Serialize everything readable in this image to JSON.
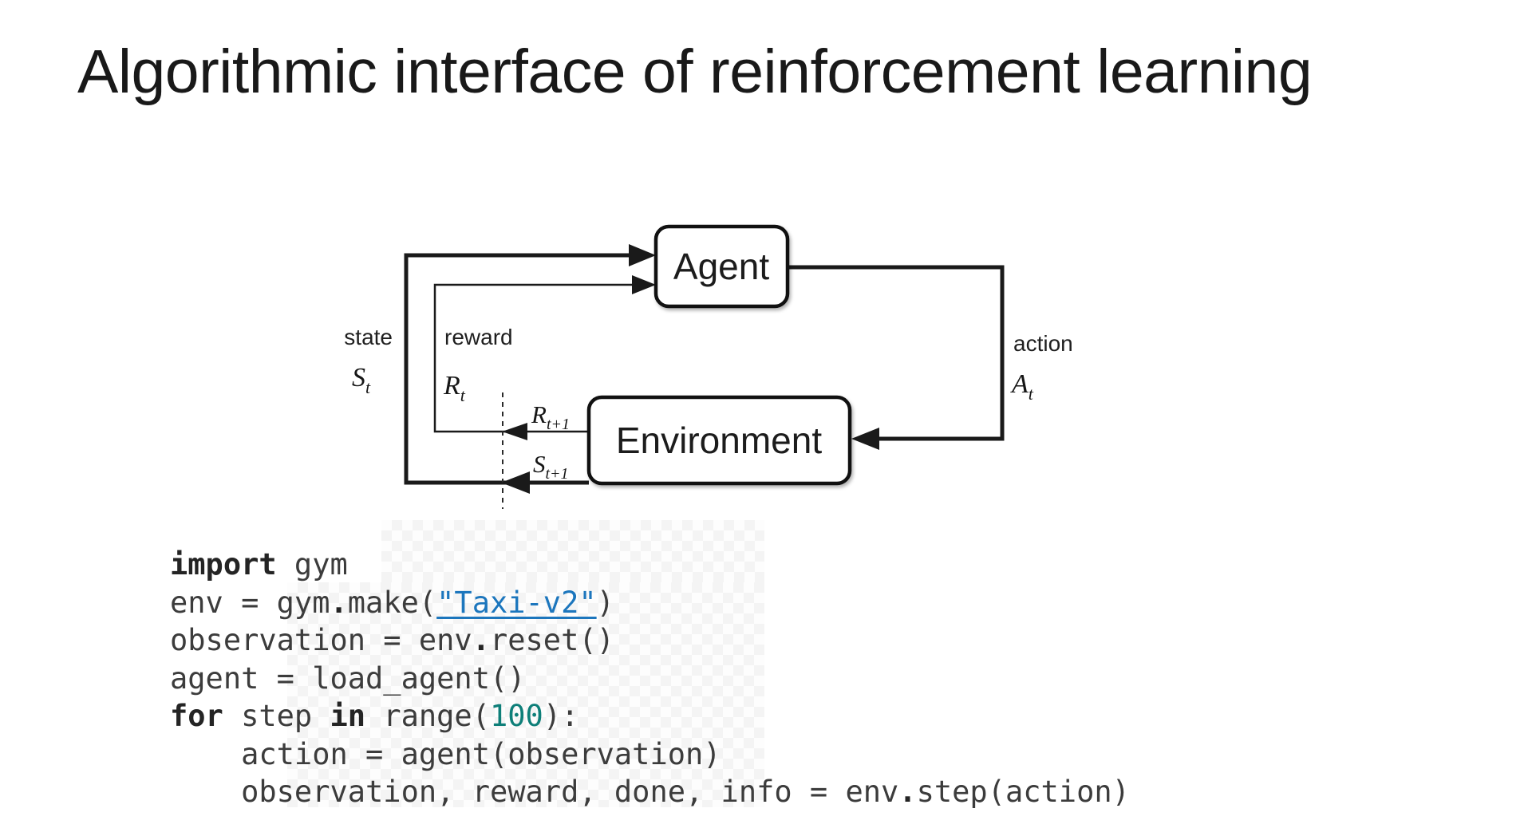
{
  "page": {
    "title": "Algorithmic interface of reinforcement learning",
    "background": "#ffffff"
  },
  "diagram": {
    "agent_label": "Agent",
    "environment_label": "Environment",
    "state_label": "state",
    "state_symbol": "S",
    "state_sub": "t",
    "reward_label": "reward",
    "reward_symbol": "R",
    "reward_sub": "t",
    "next_reward_symbol": "R",
    "next_reward_sub": "t+1",
    "next_state_symbol": "S",
    "next_state_sub": "t+1",
    "action_label": "action",
    "action_symbol": "A",
    "action_sub": "t",
    "ink_color": "#1a1a1a"
  },
  "code": {
    "font_color": "#3c3c3c",
    "keyword_color": "#242424",
    "link_color": "#1c76bd",
    "number_color": "#0e7f79",
    "lines": [
      [
        {
          "t": "import",
          "s": "kw"
        },
        {
          "t": " gym",
          "s": "plain"
        }
      ],
      [
        {
          "t": "env = gym",
          "s": "plain"
        },
        {
          "t": ".",
          "s": "op"
        },
        {
          "t": "make(",
          "s": "plain"
        },
        {
          "t": "\"Taxi-v2\"",
          "s": "link"
        },
        {
          "t": ")",
          "s": "plain"
        }
      ],
      [
        {
          "t": "observation = env",
          "s": "plain"
        },
        {
          "t": ".",
          "s": "op"
        },
        {
          "t": "reset()",
          "s": "plain"
        }
      ],
      [
        {
          "t": "agent = load_agent()",
          "s": "plain"
        }
      ],
      [
        {
          "t": "for",
          "s": "kw"
        },
        {
          "t": " step ",
          "s": "plain"
        },
        {
          "t": "in",
          "s": "kw"
        },
        {
          "t": " range(",
          "s": "plain"
        },
        {
          "t": "100",
          "s": "num"
        },
        {
          "t": "):",
          "s": "plain"
        }
      ],
      [
        {
          "t": "    action = agent(observation)",
          "s": "plain"
        }
      ],
      [
        {
          "t": "    observation, reward, done, info = env",
          "s": "plain"
        },
        {
          "t": ".",
          "s": "op"
        },
        {
          "t": "step(action)",
          "s": "plain"
        }
      ]
    ]
  }
}
